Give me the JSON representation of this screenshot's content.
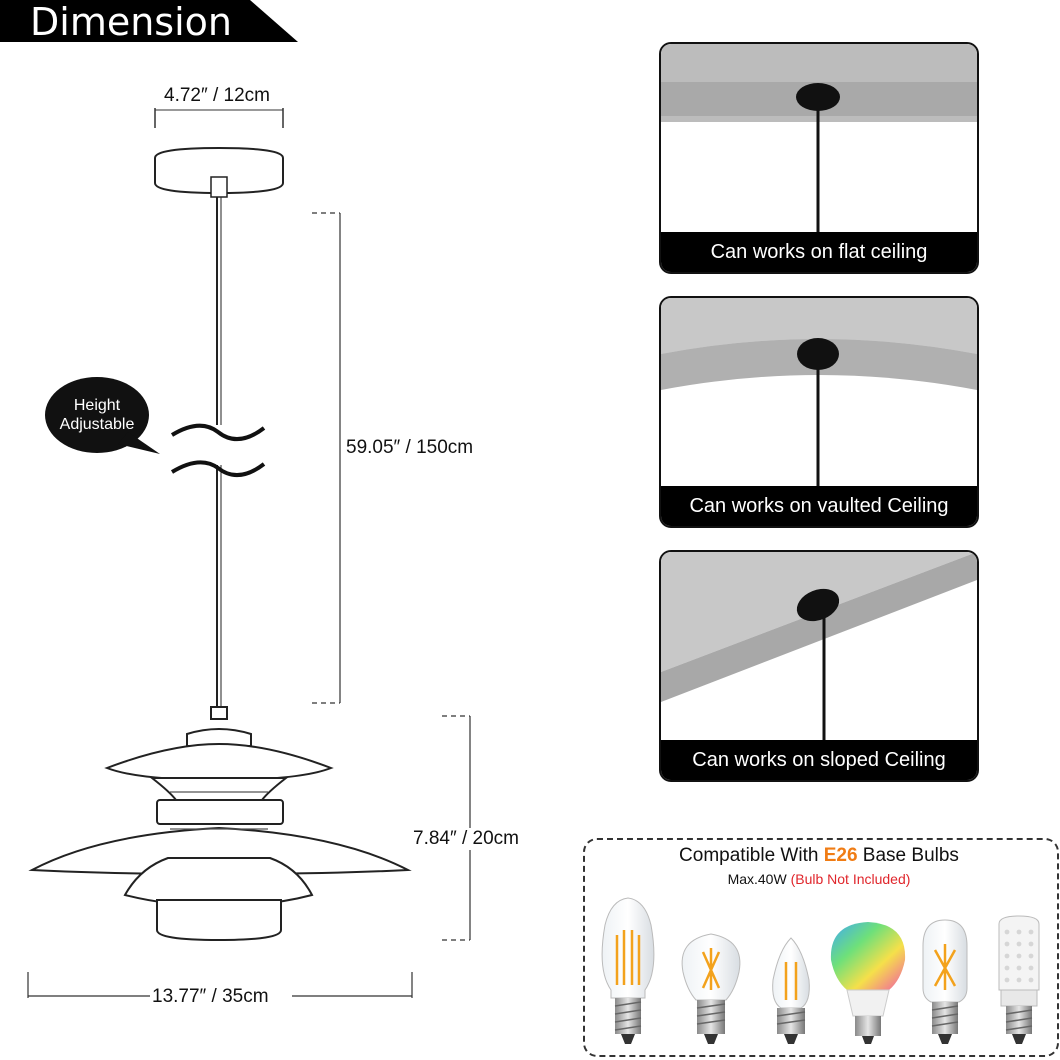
{
  "header": {
    "title": "Dimension"
  },
  "dimensions": {
    "canopy_width": "4.72″ / 12cm",
    "cord_length": "59.05″ / 150cm",
    "shade_height": "7.84″ / 20cm",
    "shade_width": "13.77″ / 35cm"
  },
  "bubble": {
    "line1": "Height",
    "line2": "Adjustable"
  },
  "panels": [
    {
      "caption": "Can works on flat ceiling"
    },
    {
      "caption": "Can works on vaulted Ceiling"
    },
    {
      "caption": "Can works on sloped Ceiling"
    }
  ],
  "compat": {
    "prefix": "Compatible With ",
    "base": "E26",
    "suffix": " Base Bulbs",
    "max": "Max.40W ",
    "note": "(Bulb Not Included)"
  },
  "colors": {
    "accent_orange": "#f07c14",
    "note_red": "#e0262c",
    "dark": "#111111",
    "ceiling_gray": "#b5b5b5"
  },
  "bulbs": [
    "st64-filament-bulb",
    "a19-filament-bulb",
    "candle-filament-bulb",
    "rgb-smart-bulb",
    "t-shape-filament-bulb",
    "led-corn-bulb"
  ]
}
